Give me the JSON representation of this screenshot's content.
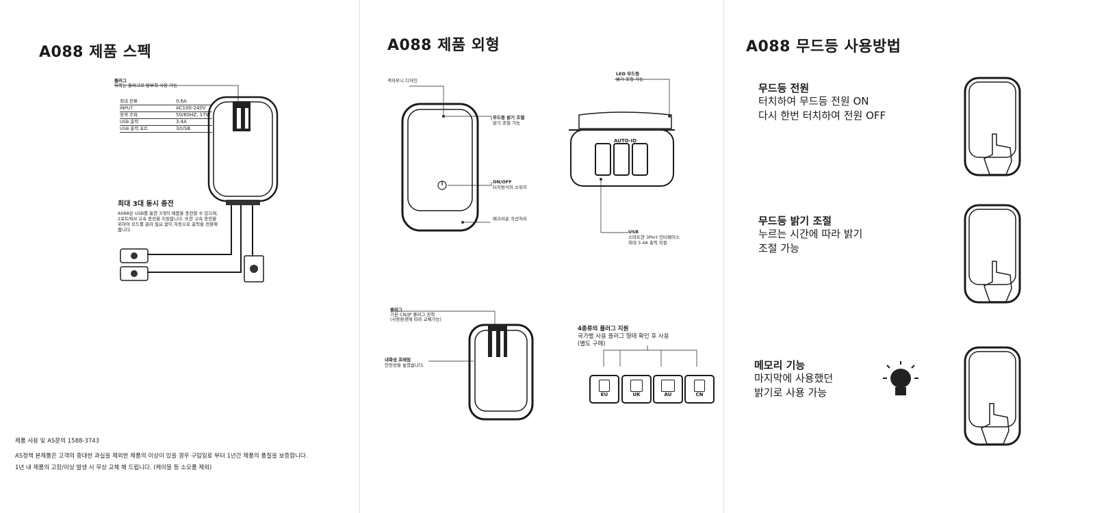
{
  "panel1": {
    "title": "A088 제품 스펙",
    "plug_note_1": "플러그",
    "plug_note_2": "뒤쪽는 플러그로 탈부착 사용 가능",
    "spec_rows": [
      {
        "label": "최대 전류",
        "value": "0.6A"
      },
      {
        "label": "INPUT",
        "value": "AC100-240V"
      },
      {
        "label": "정격 주파",
        "value": "50/60HZ, 17W"
      },
      {
        "label": "USB 출력",
        "value": "3.4A"
      },
      {
        "label": "USB 출력 포트",
        "value": "3/USB"
      }
    ],
    "charge_title": "최대 3대 동시 충전",
    "charge_lines": [
      "A088은 USB를 통한 3개의 제품을 충전할 수 있으며,",
      "2포트에서 고속 충전을 지원합니다. 또한 고속 충전을",
      "위하여 모드를 골라 필요 없이 자동으로 출력을 전환해",
      "줍니다."
    ],
    "footer_contact": "제품 사용 및 AS문의 1588-3743",
    "footer_line1": "AS정책 본제품은 고객의 중대한 과실을 제외한 제품의 이상이 있을 경우 구입일로 부터 1년간 제품의 품질을 보증합니다.",
    "footer_line2": "1년 내 제품의 고장/이상 발생 시 무상 교체 해 드립니다. (케이블 등 소모품 제외)"
  },
  "panel2": {
    "title": "A088 제품 외형",
    "label_design": "격자무늬 디자인",
    "label_dim_1": "무드등 밝기 조절",
    "label_dim_2": "밝기 조절 가능",
    "label_onoff_1": "ON/OFF",
    "label_onoff_2": "터치방식의 스위치",
    "label_curve": "매끄러운 곡선처리",
    "label_led_1": "LED 무드등",
    "label_led_2": "밝기 조절 가능",
    "auto_label": "AUTO-ID",
    "label_usb_1": "USB",
    "label_usb_2": "스마트한 3Port 인터페이스",
    "label_usb_3": "최대 3.4A 출력 지원",
    "label_plug_1": "플러그",
    "label_plug_2": "기본 CN/JP 플러그 장착",
    "label_plug_3": "(사용환경에 따라 교체가능)",
    "label_heat_1": "내화성 프레임",
    "label_heat_2": "안전성을 높였습니다.",
    "plugs_title": "4종류의 플러그 지원",
    "plugs_sub": "국가별 사용 플러그 형태 확인 후 사용",
    "plugs_sub2": "(별도 구매)",
    "plug_types": [
      "EU",
      "UK",
      "AU",
      "CN"
    ]
  },
  "panel3": {
    "title": "A088 무드등 사용방법",
    "sections": [
      {
        "title": "무드등 전원",
        "lines": [
          "터치하여 무드등 전원 ON",
          "다시 한번 터치하여 전원 OFF"
        ]
      },
      {
        "title": "무드등 밝기 조절",
        "lines": [
          "누르는 시간에 따라 밝기",
          "조절 가능"
        ]
      },
      {
        "title": "메모리 기능",
        "lines": [
          "마지막에 사용했던",
          "밝기로 사용 가능"
        ]
      }
    ]
  }
}
